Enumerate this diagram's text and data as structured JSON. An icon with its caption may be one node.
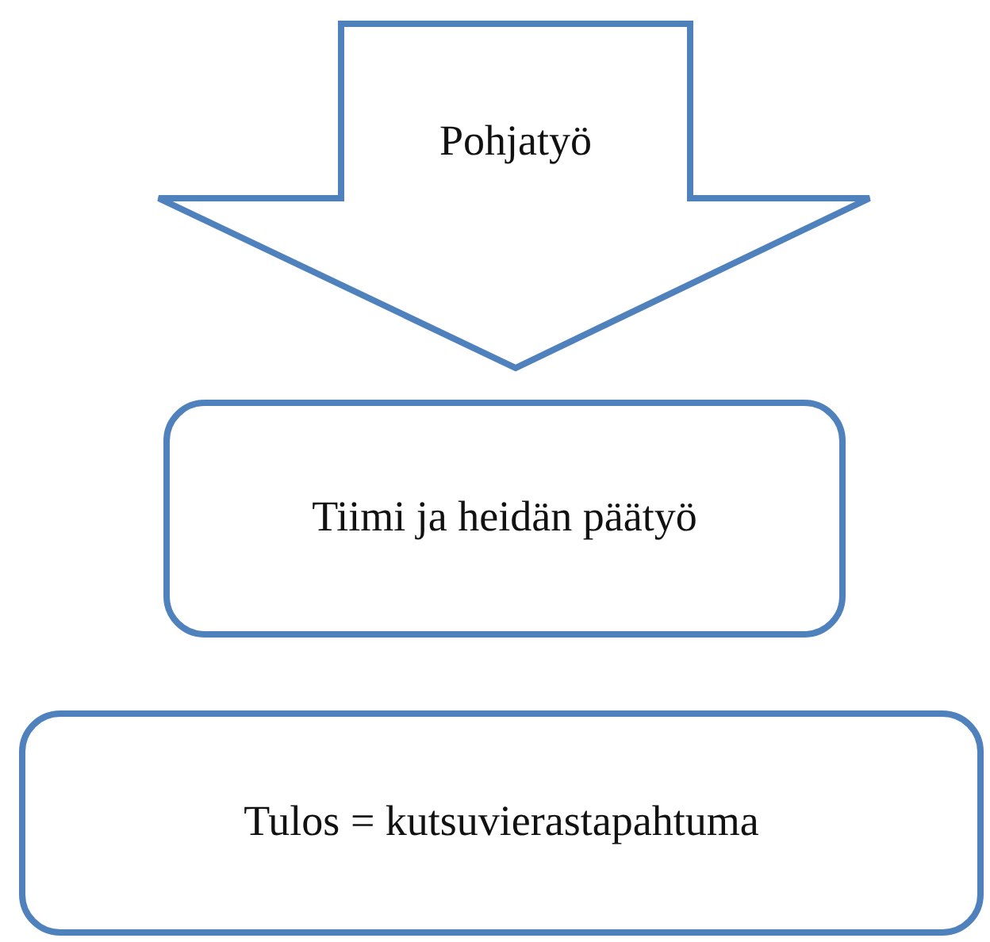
{
  "diagram": {
    "nodes": [
      {
        "text": [
          "Pohjatyö"
        ]
      },
      {
        "text": [
          "Tiimi ja heidän päätyö"
        ]
      },
      {
        "text": [
          "Tulos = kutsuvierastapahtuma"
        ]
      }
    ]
  }
}
